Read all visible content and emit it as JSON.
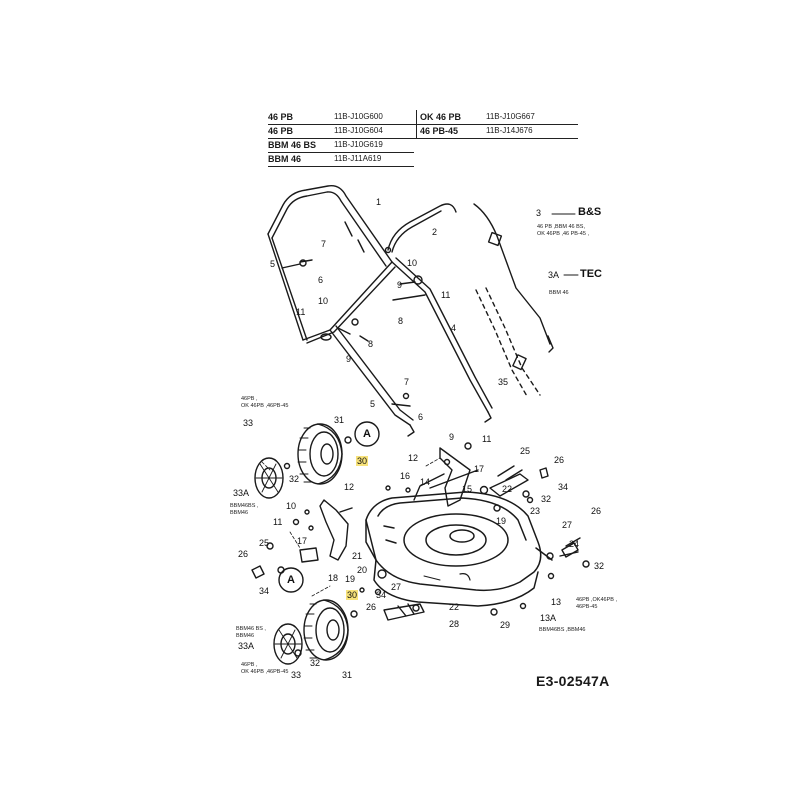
{
  "model_table": [
    {
      "model": "46 PB",
      "part": "11B-J10G600"
    },
    {
      "model": "46 PB",
      "part": "11B-J10G604"
    },
    {
      "model": "BBM 46 BS",
      "part": "11B-J10G619"
    },
    {
      "model": "BBM 46",
      "part": "11B-J11A619"
    },
    {
      "model": "OK 46 PB",
      "part": "11B-J10G667"
    },
    {
      "model": "46 PB-45",
      "part": "11B-J14J676"
    }
  ],
  "callouts": {
    "c1": "1",
    "c2": "2",
    "c3": "3",
    "c3a": "3A",
    "bs": "B&S",
    "tec": "TEC",
    "c5a": "5",
    "c7a": "7",
    "c6a": "6",
    "c10a": "10",
    "c9a": "9",
    "c11a": "11",
    "c8a": "8",
    "c10b": "10",
    "c11b": "11",
    "c9b": "9",
    "c8b": "8",
    "c4": "4",
    "c7b": "7",
    "c5b": "5",
    "c6b": "6",
    "c35": "35",
    "c33a": "33",
    "c31a": "31",
    "a1": "A",
    "c30a": "30",
    "c32a": "32",
    "c33aa": "33A",
    "c9c": "9",
    "c11c": "11",
    "c12a": "12",
    "c25a": "25",
    "c26a": "26",
    "c16": "16",
    "c17a": "17",
    "c14": "14",
    "c15": "15",
    "c22a": "22",
    "c32b": "32",
    "c34a": "34",
    "c19a": "19",
    "c23": "23",
    "c12b": "12",
    "c10c": "10",
    "c11d": "11",
    "c17b": "17",
    "c27a": "27",
    "c26b": "26",
    "c24": "24",
    "c32c": "32",
    "c26c": "26",
    "c25b": "25",
    "c34b": "34",
    "a2": "A",
    "c18": "18",
    "c19b": "19",
    "c21": "21",
    "c20": "20",
    "c30b": "30",
    "c27b": "27",
    "c34c": "34",
    "c26d": "26",
    "c22b": "22",
    "c28": "28",
    "c29": "29",
    "c13": "13",
    "c13a": "13A",
    "c33ab": "33A",
    "c32d": "32",
    "c33b": "33",
    "c31b": "31"
  },
  "notes": {
    "bs_models": "46 PB ,BBM 46 BS,\nOK 46PB ,46 PB-45 ,",
    "tec_models": "BBM 46",
    "wheel_top_models": "46PB ,\nOK 46PB ,46PB-45",
    "bracket_models": "BBM46BS ,\nBBM46",
    "c13_models": "46PB ,OK46PB ,\n46PB-45",
    "c13a_models": "BBM46BS ,BBM46",
    "wheel_bot_models": "BBM46 BS ,\nBBM46",
    "wheel_bot_models2": "46PB ,\nOK 46PB ,46PB-45"
  },
  "diagram_code": "E3-02547A",
  "colors": {
    "highlight": "#f7e27a",
    "ink": "#1a1a1a"
  }
}
